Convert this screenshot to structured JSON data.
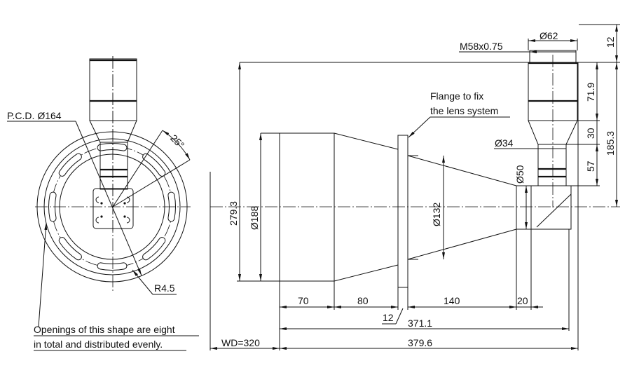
{
  "front_view": {
    "pcd_label": "P.C.D. Ø164",
    "angle_label": "25°",
    "radius_label": "R4.5",
    "note_line1": "Openings of this shape are eight",
    "note_line2": "in total and distributed evenly.",
    "slot_count": 8
  },
  "side_view": {
    "flange_note_line1": "Flange to fix",
    "flange_note_line2": "the lens system",
    "thread_label": "M58x0.75",
    "dims": {
      "d62": "Ø62",
      "d34": "Ø34",
      "d50": "Ø50",
      "d132": "Ø132",
      "d188": "Ø188",
      "h279": "279.3",
      "h12": "12",
      "h185": "185.3",
      "h71": "71.9",
      "h30": "30",
      "h57": "57",
      "l70": "70",
      "l80": "80",
      "l12": "12",
      "l140": "140",
      "l20": "20",
      "l371": "371.1",
      "l379": "379.6",
      "wd": "WD=320"
    }
  }
}
